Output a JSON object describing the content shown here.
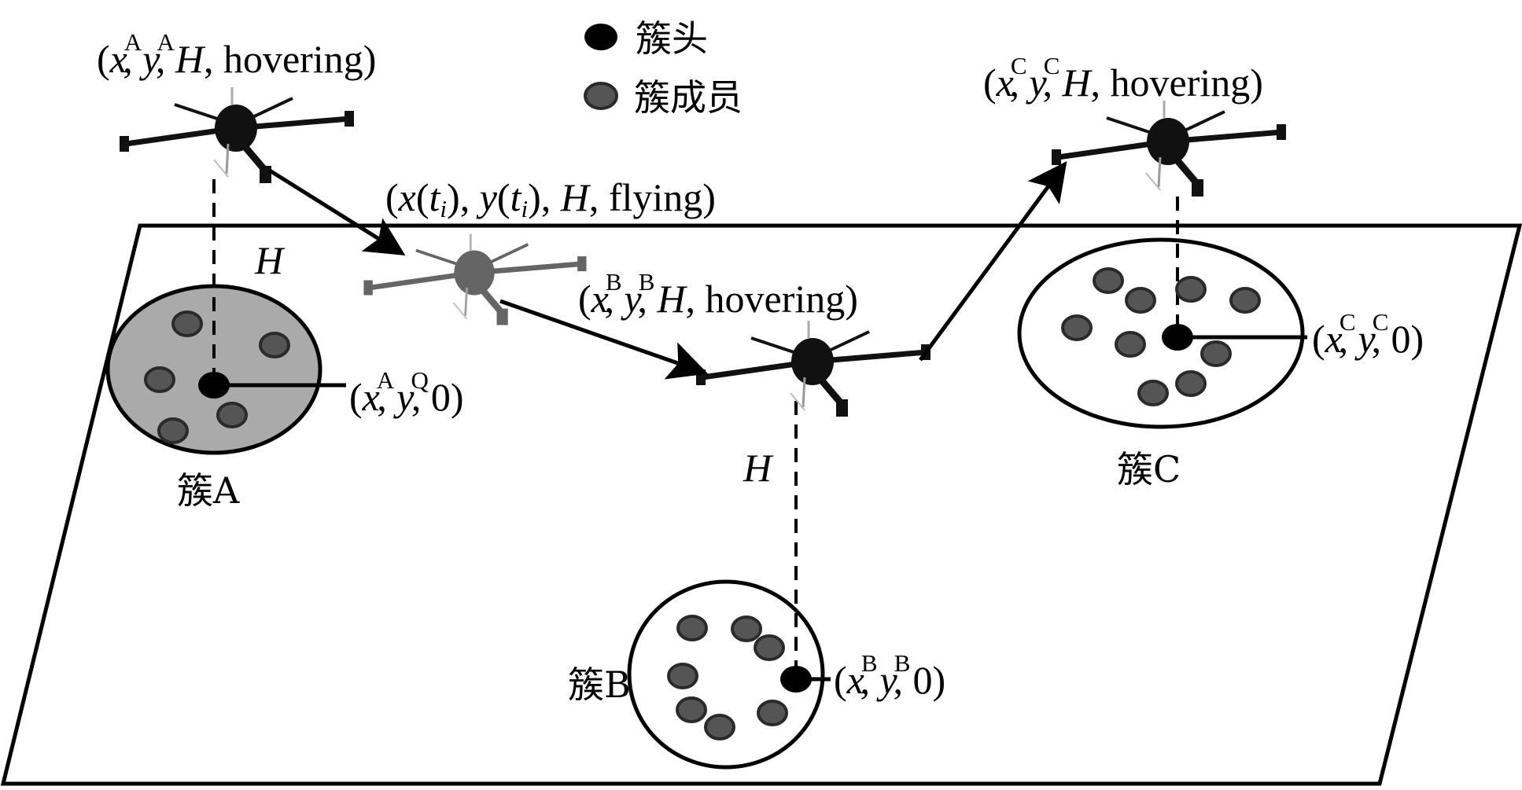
{
  "figure": {
    "type": "UAV cluster-head data collection scenario",
    "colors": {
      "line": "#000000",
      "cluster_head": "#000000",
      "cluster_member_fill": "#555555",
      "cluster_member_stroke": "#2a2a2a",
      "cluster_a_fill": "#aaaaaa",
      "cluster_other_fill": "#ffffff",
      "flying_drone": "#555555",
      "hover_drone": "#111111"
    }
  },
  "legend": {
    "items": [
      {
        "symbol": "cluster-head-dot",
        "label": "簇头"
      },
      {
        "symbol": "cluster-member-dot",
        "label": "簇成员"
      }
    ]
  },
  "drones": [
    {
      "id": "A",
      "state": "hovering",
      "label": {
        "open": "(",
        "x": "x",
        "x_sup": "A",
        "sep1": ", ",
        "y": "y",
        "y_sup": "A",
        "sep2": ", ",
        "h": "H",
        "tail": ", hovering)"
      }
    },
    {
      "id": "flying",
      "state": "flying",
      "label": {
        "open": "(",
        "x": "x",
        "p1": "(",
        "t1": "t",
        "i1": "i",
        "p1c": "), ",
        "y": "y",
        "p2": "(",
        "t2": "t",
        "i2": "i",
        "p2c": "), ",
        "h": "H",
        "tail": ", flying)"
      }
    },
    {
      "id": "B",
      "state": "hovering",
      "label": {
        "open": "(",
        "x": "x",
        "x_sup": "B",
        "sep1": ", ",
        "y": "y",
        "y_sup": "B",
        "sep2": ", ",
        "h": "H",
        "tail": ", hovering)"
      }
    },
    {
      "id": "C",
      "state": "hovering",
      "label": {
        "open": "(",
        "x": "x",
        "x_sup": "C",
        "sep1": ", ",
        "y": "y",
        "y_sup": "C",
        "sep2": ", ",
        "h": "H",
        "tail": ", hovering)"
      }
    }
  ],
  "altitude_labels": {
    "a": "H",
    "b": "H"
  },
  "clusters": [
    {
      "id": "A",
      "name": "簇A",
      "shaded": true,
      "member_count": 5,
      "ground_label": {
        "open": "(",
        "x": "x",
        "x_sup": "A",
        "sep1": ", ",
        "y": "y",
        "y_sup": "Q",
        "tail": ", 0)"
      }
    },
    {
      "id": "B",
      "name": "簇B",
      "shaded": false,
      "member_count": 7,
      "ground_label": {
        "open": "(",
        "x": "x",
        "x_sup": "B",
        "sep1": ", ",
        "y": "y",
        "y_sup": "B",
        "tail": ", 0)"
      }
    },
    {
      "id": "C",
      "name": "簇C",
      "shaded": false,
      "member_count": 9,
      "ground_label": {
        "open": "(",
        "x": "x",
        "x_sup": "C",
        "sep1": ", ",
        "y": "y",
        "y_sup": "C",
        "tail": ", 0)"
      }
    }
  ],
  "flight_path": [
    "A",
    "flying",
    "B",
    "C"
  ]
}
